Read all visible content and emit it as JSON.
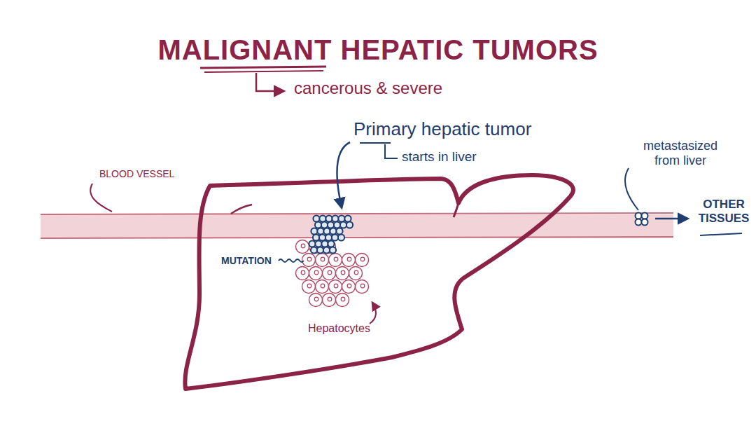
{
  "diagram": {
    "title": "MALIGNANT HEPATIC TUMORS",
    "labels": [
      "cancerous & severe",
      "Primary hepatic tumor",
      "starts in liver",
      "BLOOD VESSEL",
      "MUTATION",
      "Hepatocytes",
      "metastasized from liver",
      "OTHER TISSUES"
    ]
  }
}
